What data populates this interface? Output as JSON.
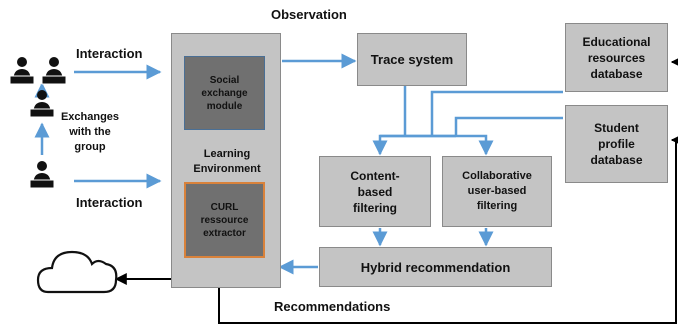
{
  "labels": {
    "observation": "Observation",
    "interaction_top": "Interaction",
    "interaction_bottom": "Interaction",
    "exchanges": [
      "Exchanges",
      "with the",
      "group"
    ],
    "recommendations": "Recommendations"
  },
  "boxes": {
    "social_exchange": "Social exchange module",
    "learning_env": "Learning Environment",
    "curl": "CURL ressource extractor",
    "trace_system": "Trace system",
    "educational_db": "Educational resources database",
    "student_db": "Student profile database",
    "content_filtering": "Content-based filtering",
    "collab_filtering": "Collaborative user-based filtering",
    "hybrid": "Hybrid recommendation"
  },
  "colors": {
    "box_fill": "#c4c4c4",
    "module_fill": "#707070",
    "arrow_blue": "#5b9bd5",
    "outline_orange": "#d9823b",
    "outline_blue": "#4a6f95",
    "black_line": "#000000"
  },
  "icons": [
    "person-at-laptop-icon",
    "person-at-laptop-icon",
    "person-at-laptop-icon",
    "person-at-laptop-icon",
    "cloud-icon"
  ]
}
